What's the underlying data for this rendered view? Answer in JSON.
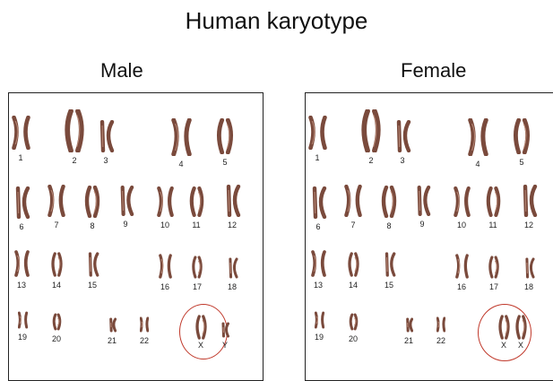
{
  "title": "Human karyotype",
  "panels": [
    {
      "heading": "Male",
      "autosomes": [
        "1",
        "2",
        "3",
        "4",
        "5",
        "6",
        "7",
        "8",
        "9",
        "10",
        "11",
        "12",
        "13",
        "14",
        "15",
        "16",
        "17",
        "18",
        "19",
        "20",
        "21",
        "22"
      ],
      "sex": [
        "X",
        "Y"
      ]
    },
    {
      "heading": "Female",
      "autosomes": [
        "1",
        "2",
        "3",
        "4",
        "5",
        "6",
        "7",
        "8",
        "9",
        "10",
        "11",
        "12",
        "13",
        "14",
        "15",
        "16",
        "17",
        "18",
        "19",
        "20",
        "21",
        "22"
      ],
      "sex": [
        "X",
        "X"
      ]
    }
  ],
  "colors": {
    "chromosome": "#7a4a3c",
    "chromosome_light": "#b98a78",
    "circle": "#c0392b",
    "border": "#222222"
  }
}
